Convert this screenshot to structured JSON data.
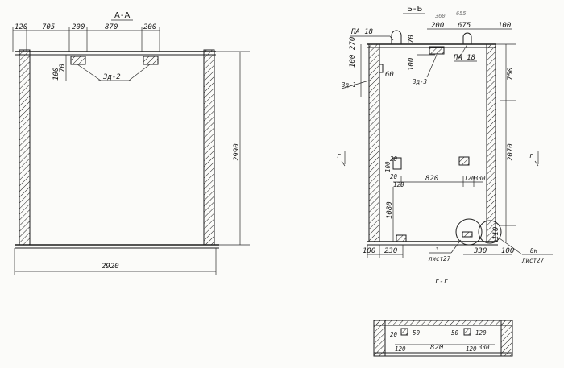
{
  "section_aa": {
    "title": "А-А",
    "dims": {
      "d120": "120",
      "d705": "705",
      "d200a": "200",
      "d870": "870",
      "d200b": "200",
      "d70": "70",
      "d100": "100",
      "d2990": "2990",
      "d2920": "2920"
    },
    "callout": "3д-2"
  },
  "section_bb": {
    "title": "Б-Б",
    "dims": {
      "d100top": "100",
      "d70": "70",
      "d200": "200",
      "d675": "675",
      "d360": "360",
      "d655": "655",
      "d100side": "100",
      "d270": "270",
      "d60": "60",
      "d100b": "100",
      "d750": "750",
      "d2070": "2070",
      "d1080": "1080",
      "d20a": "20",
      "d100c": "100",
      "d20b": "20",
      "d120a": "120",
      "d820": "820",
      "d120b": "120",
      "d330": "330",
      "d110": "110",
      "d100bl": "100",
      "d230": "230",
      "d330b": "330",
      "d100br": "100"
    },
    "labels": {
      "pa_left": "ПА 18",
      "pa_right": "ПА 18",
      "zd1": "3д-1",
      "zd3": "3д-3",
      "cut_left": "г",
      "cut_right": "г",
      "ref_left_num": "3",
      "ref_left_sheet": "лист27",
      "ref_right_num": "8н",
      "ref_right_sheet": "лист27"
    }
  },
  "section_gg": {
    "title": "г-г",
    "dims": {
      "d20": "20",
      "d50a": "50",
      "d50b": "50",
      "d120top": "120",
      "d120a": "120",
      "d820": "820",
      "d120b": "120",
      "d330": "330"
    }
  }
}
